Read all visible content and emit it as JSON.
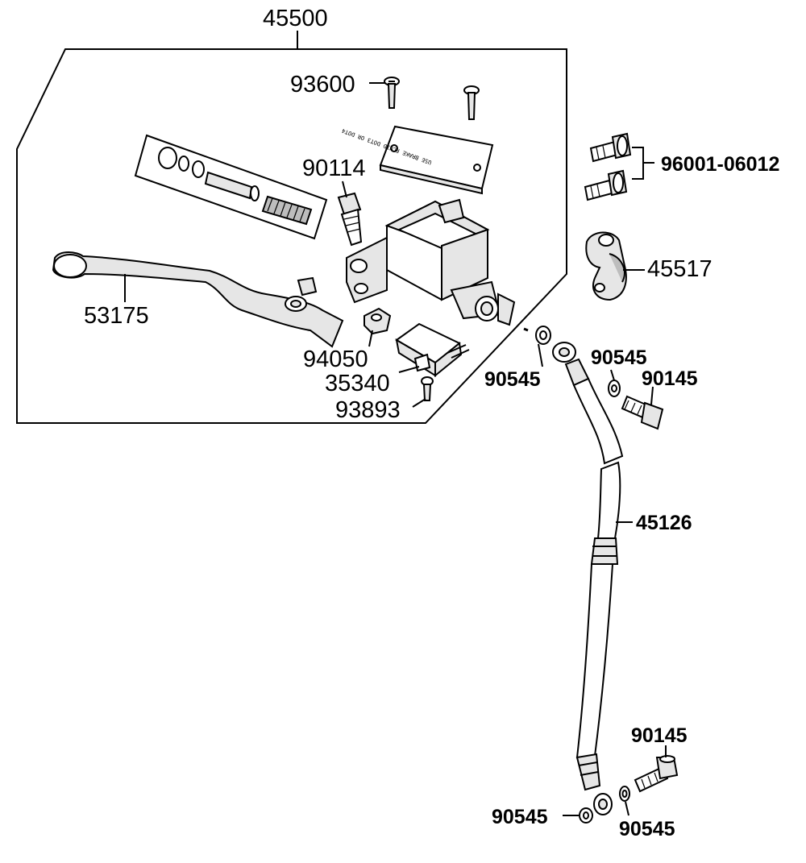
{
  "diagram": {
    "background": "#ffffff",
    "line_color": "#000000",
    "labels": {
      "assembly": "45500",
      "screw": "93600",
      "bolt_pair": "96001-06012",
      "bleeder": "90114",
      "clamp": "45517",
      "lever": "53175",
      "nut": "94050",
      "switch": "35340",
      "switch_screw": "93893",
      "washer_upper_left": "90545",
      "washer_upper_right": "90545",
      "banjo_bolt_upper": "90145",
      "hose": "45126",
      "banjo_bolt_lower": "90145",
      "washer_lower_left": "90545",
      "washer_lower_right": "90545"
    },
    "cap_text": "USE BRAKE FLUID DOT3 OR DOT4"
  }
}
